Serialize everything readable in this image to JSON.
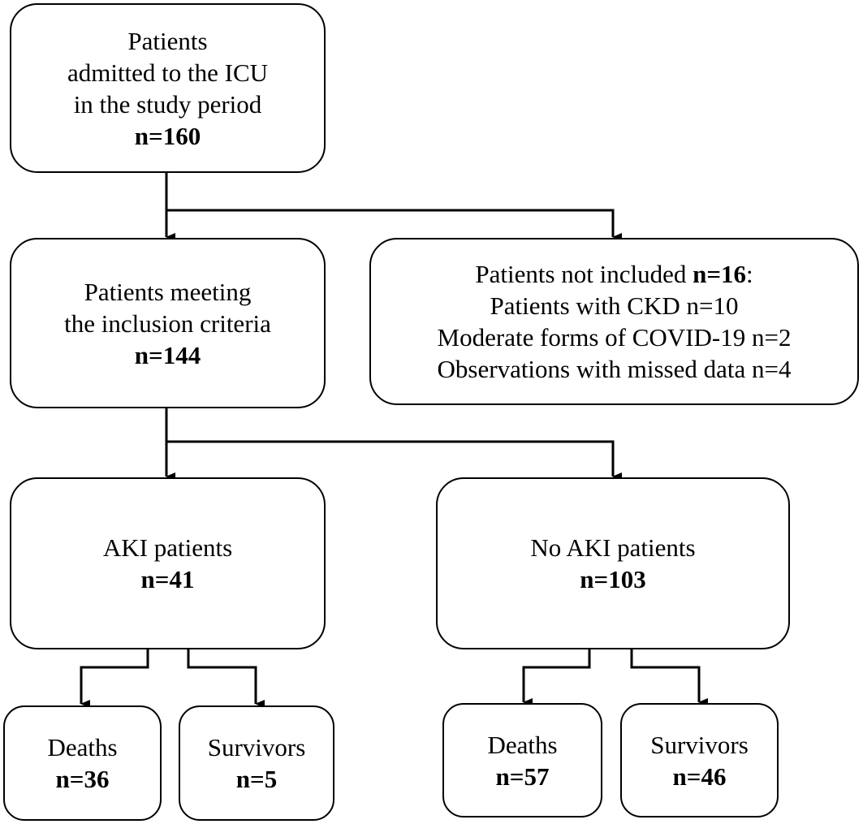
{
  "admitted": {
    "lines": [
      "Patients",
      "admitted to the ICU",
      "in the study period"
    ],
    "n": "n=160"
  },
  "included": {
    "lines": [
      "Patients meeting",
      "the inclusion criteria"
    ],
    "n": "n=144"
  },
  "excluded": {
    "title_prefix": "Patients not included ",
    "title_n": "n=16",
    "title_suffix": ":",
    "items": [
      "Patients with CKD n=10",
      "Moderate forms of COVID-19 n=2",
      "Observations with missed data n=4"
    ]
  },
  "aki": {
    "label": "AKI patients",
    "n": "n=41"
  },
  "no_aki": {
    "label": "No AKI patients",
    "n": "n=103"
  },
  "aki_deaths": {
    "label": "Deaths",
    "n": "n=36"
  },
  "aki_survivors": {
    "label": "Survivors",
    "n": "n=5"
  },
  "no_aki_deaths": {
    "label": "Deaths",
    "n": "n=57"
  },
  "no_aki_survivors": {
    "label": "Survivors",
    "n": "n=46"
  }
}
